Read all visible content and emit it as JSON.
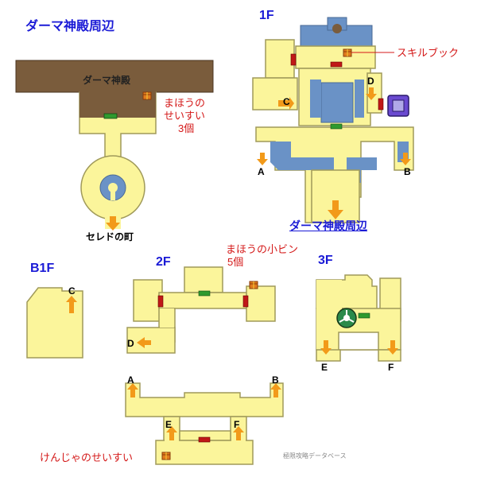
{
  "titles": {
    "outside": "ダーマ神殿周辺",
    "f1": "1F",
    "b1f": "B1F",
    "f2": "2F",
    "f3": "3F"
  },
  "places": {
    "temple": "ダーマ神殿",
    "town": "セレドの町",
    "link_outside": "ダーマ神殿周辺"
  },
  "items": {
    "magic_water_l1": "まほうの",
    "magic_water_l2": "せいすい",
    "magic_water_l3": "3個",
    "skill_book": "スキルブック",
    "magic_bottle_l1": "まほうの小ビン",
    "magic_bottle_l2": "5個",
    "sage_water": "けんじゃのせいすい"
  },
  "markers": {
    "A": "A",
    "B": "B",
    "C": "C",
    "D": "D",
    "E": "E",
    "F": "F"
  },
  "credit": "極限攻略データベース",
  "colors": {
    "floor": "#fbf59b",
    "floor_edge": "#a09a5a",
    "water": "#6a92c6",
    "ground": "#7a5c3c",
    "door_red": "#c01818",
    "door_green": "#2e9a2e",
    "arrow": "#f29a1a",
    "title_blue": "#1a1ad6",
    "item_red": "#d41818"
  }
}
